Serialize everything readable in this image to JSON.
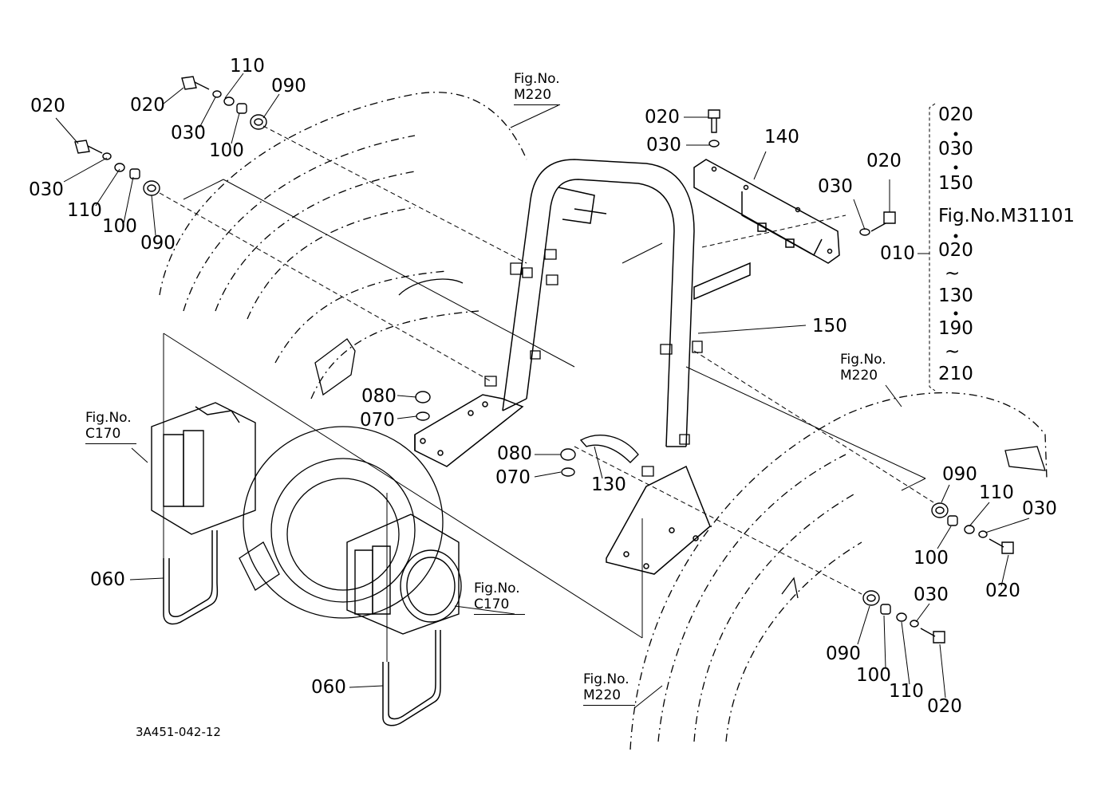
{
  "parts": {
    "p_020_a": "020",
    "p_110_a": "110",
    "p_090_a": "090",
    "p_020_b": "020",
    "p_030_a": "030",
    "p_100_a": "100",
    "p_030_b": "030",
    "p_110_b": "110",
    "p_100_b": "100",
    "p_090_b": "090",
    "p_020_c": "020",
    "p_030_c": "030",
    "p_140": "140",
    "p_020_d": "020",
    "p_030_d": "030",
    "p_010": "010",
    "p_150": "150",
    "p_080_a": "080",
    "p_070_a": "070",
    "p_080_b": "080",
    "p_070_b": "070",
    "p_130": "130",
    "p_060_a": "060",
    "p_060_b": "060",
    "p_090_c": "090",
    "p_110_c": "110",
    "p_030_e": "030",
    "p_100_c": "100",
    "p_020_e": "020",
    "p_030_f": "030",
    "p_090_d": "090",
    "p_100_d": "100",
    "p_110_d": "110",
    "p_020_f": "020"
  },
  "fig_refs": {
    "m220_top": {
      "line1": "Fig.No.",
      "line2": "M220"
    },
    "m220_right": {
      "line1": "Fig.No.",
      "line2": "M220"
    },
    "m220_bottom": {
      "line1": "Fig.No.",
      "line2": "M220"
    },
    "c170_left": {
      "line1": "Fig.No.",
      "line2": "C170"
    },
    "c170_right": {
      "line1": "Fig.No.",
      "line2": "C170"
    }
  },
  "assembly_list": {
    "items": [
      "020",
      "030",
      "150",
      "Fig.No.M31101",
      "020",
      "~",
      "130",
      "190",
      "~",
      "210"
    ]
  },
  "drawing_code": "3A451-042-12"
}
